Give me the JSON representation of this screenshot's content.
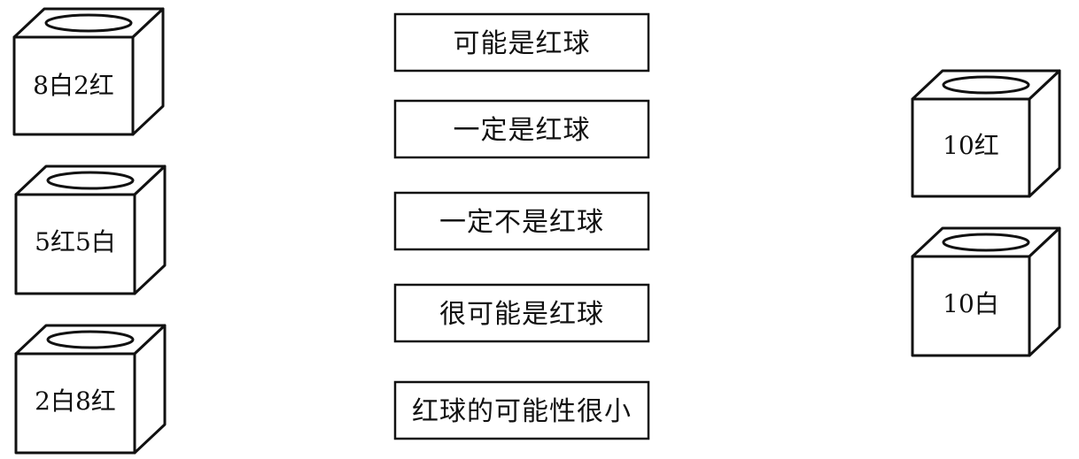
{
  "boxes_left": [
    {
      "label": "8白2红"
    },
    {
      "label": "5红5白"
    },
    {
      "label": "2白8红"
    }
  ],
  "options": [
    {
      "label": "可能是红球"
    },
    {
      "label": "一定是红球"
    },
    {
      "label": "一定不是红球"
    },
    {
      "label": "很可能是红球"
    },
    {
      "label": "红球的可能性很小"
    }
  ],
  "boxes_right": [
    {
      "label": "10红"
    },
    {
      "label": "10白"
    }
  ]
}
